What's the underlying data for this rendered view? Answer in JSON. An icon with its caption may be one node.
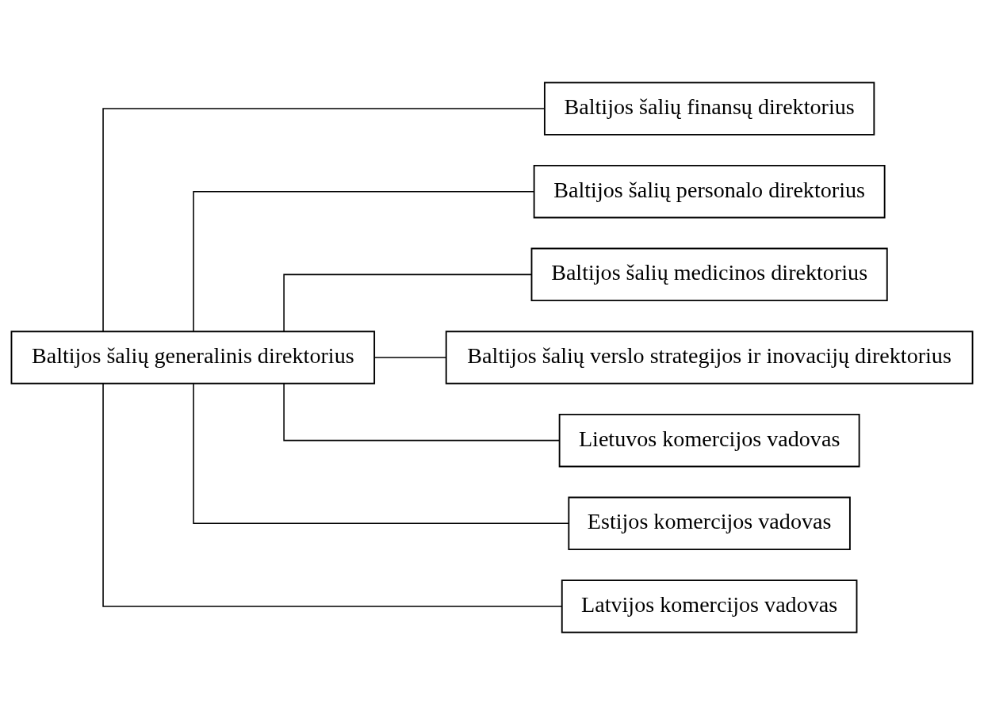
{
  "diagram": {
    "nodes": [
      {
        "text": [
          "Baltijos šalių generalinis direktorius"
        ]
      },
      {
        "text": [
          "Baltijos šalių finansų direktorius"
        ]
      },
      {
        "text": [
          "Baltijos šalių personalo direktorius"
        ]
      },
      {
        "text": [
          "Baltijos šalių medicinos direktorius"
        ]
      },
      {
        "text": [
          "Baltijos šalių verslo strategijos ir inovacijų direktorius"
        ]
      },
      {
        "text": [
          "Lietuvos komercijos vadovas"
        ]
      },
      {
        "text": [
          "Estijos komercijos vadovas"
        ]
      },
      {
        "text": [
          "Latvijos komercijos vadovas"
        ]
      }
    ],
    "edges": [
      {
        "from": 0,
        "to": 1,
        "arrow": "none"
      },
      {
        "from": 0,
        "to": 2,
        "arrow": "none"
      },
      {
        "from": 0,
        "to": 3,
        "arrow": "none"
      },
      {
        "from": 0,
        "to": 4,
        "arrow": "none"
      },
      {
        "from": 0,
        "to": 5,
        "arrow": "none"
      },
      {
        "from": 0,
        "to": 6,
        "arrow": "none"
      },
      {
        "from": 0,
        "to": 7,
        "arrow": "none"
      }
    ]
  }
}
